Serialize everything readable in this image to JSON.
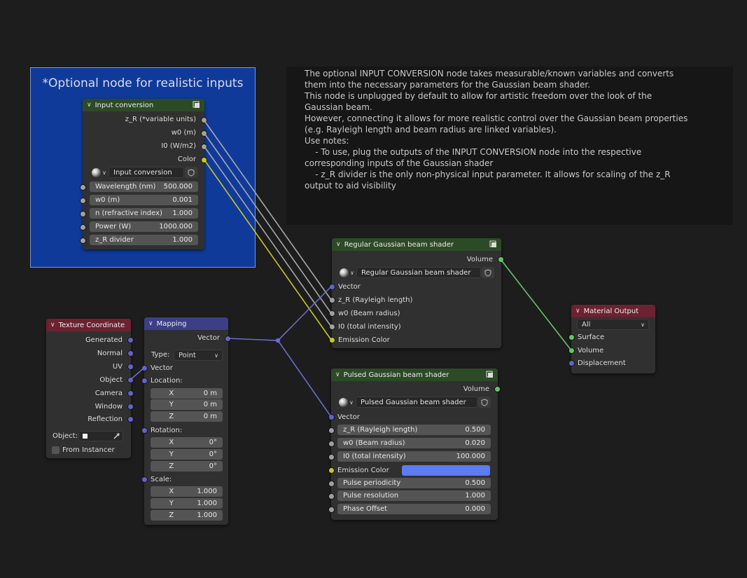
{
  "frame": {
    "label": "*Optional node for realistic inputs"
  },
  "note": {
    "lines": [
      "The optional INPUT CONVERSION node takes measurable/known variables and converts",
      "them into the necessary parameters for the Gaussian beam shader.",
      "This node is unplugged by default to allow for artistic freedom over the look of the",
      "Gaussian beam.",
      "However, connecting it allows for more realistic control over the Gaussian beam properties",
      "(e.g. Rayleigh length and beam radius are linked variables).",
      "",
      "Use notes:",
      "    - To use, plug the outputs of the INPUT CONVERSION node into the respective",
      "corresponding inputs of the Gaussian shader",
      "    - z_R divider is the only non-physical input parameter. It allows for scaling of the z_R",
      "output to aid visibility"
    ]
  },
  "input_conversion": {
    "title": "Input conversion",
    "outputs": [
      "z_R (*variable units)",
      "w0 (m)",
      "I0 (W/m2)",
      "Color"
    ],
    "group": "Input conversion",
    "inputs": [
      {
        "label": "Wavelength (nm)",
        "value": "500.000"
      },
      {
        "label": "w0 (m)",
        "value": "0.001"
      },
      {
        "label": "n (refractive index)",
        "value": "1.000"
      },
      {
        "label": "Power (W)",
        "value": "1000.000"
      },
      {
        "label": "z_R divider",
        "value": "1.000"
      }
    ]
  },
  "regular_shader": {
    "title": "Regular Gaussian beam shader",
    "output": "Volume",
    "group": "Regular Gaussian beam shader",
    "inputs": [
      "Vector",
      "z_R (Rayleigh length)",
      "w0 (Beam radius)",
      "I0 (total intensity)",
      "Emission Color"
    ]
  },
  "pulsed_shader": {
    "title": "Pulsed Gaussian beam shader",
    "output": "Volume",
    "group": "Pulsed Gaussian beam shader",
    "vector_label": "Vector",
    "inputs": [
      {
        "label": "z_R (Rayleigh length)",
        "value": "0.500"
      },
      {
        "label": "w0 (Beam radius)",
        "value": "0.020"
      },
      {
        "label": "I0 (total intensity)",
        "value": "100.000"
      }
    ],
    "emission_label": "Emission Color",
    "emission_color": "#5c7cf2",
    "pulse_inputs": [
      {
        "label": "Pulse periodicity",
        "value": "0.500"
      },
      {
        "label": "Pulse resolution",
        "value": "1.000"
      },
      {
        "label": "Phase Offset",
        "value": "0.000"
      }
    ]
  },
  "material_output": {
    "title": "Material Output",
    "target": "All",
    "inputs": [
      "Surface",
      "Volume",
      "Displacement"
    ]
  },
  "texture_coordinate": {
    "title": "Texture Coordinate",
    "outputs": [
      "Generated",
      "Normal",
      "UV",
      "Object",
      "Camera",
      "Window",
      "Reflection"
    ],
    "object_label": "Object:",
    "from_instancer": "From Instancer"
  },
  "mapping": {
    "title": "Mapping",
    "output": "Vector",
    "type_label": "Type:",
    "type_value": "Point",
    "vector_label": "Vector",
    "location_label": "Location:",
    "location": [
      {
        "axis": "X",
        "value": "0 m"
      },
      {
        "axis": "Y",
        "value": "0 m"
      },
      {
        "axis": "Z",
        "value": "0 m"
      }
    ],
    "rotation_label": "Rotation:",
    "rotation": [
      {
        "axis": "X",
        "value": "0°"
      },
      {
        "axis": "Y",
        "value": "0°"
      },
      {
        "axis": "Z",
        "value": "0°"
      }
    ],
    "scale_label": "Scale:",
    "scale": [
      {
        "axis": "X",
        "value": "1.000"
      },
      {
        "axis": "Y",
        "value": "1.000"
      },
      {
        "axis": "Z",
        "value": "1.000"
      }
    ]
  },
  "colors": {
    "socket_float": "#a1a1a1",
    "socket_color": "#c7c729",
    "socket_vector": "#6363c7",
    "socket_shader": "#63c763",
    "header_shader": "#2d4a27",
    "header_output": "#6c2230",
    "header_vector": "#3c3f86",
    "frame": "#103a9a"
  }
}
